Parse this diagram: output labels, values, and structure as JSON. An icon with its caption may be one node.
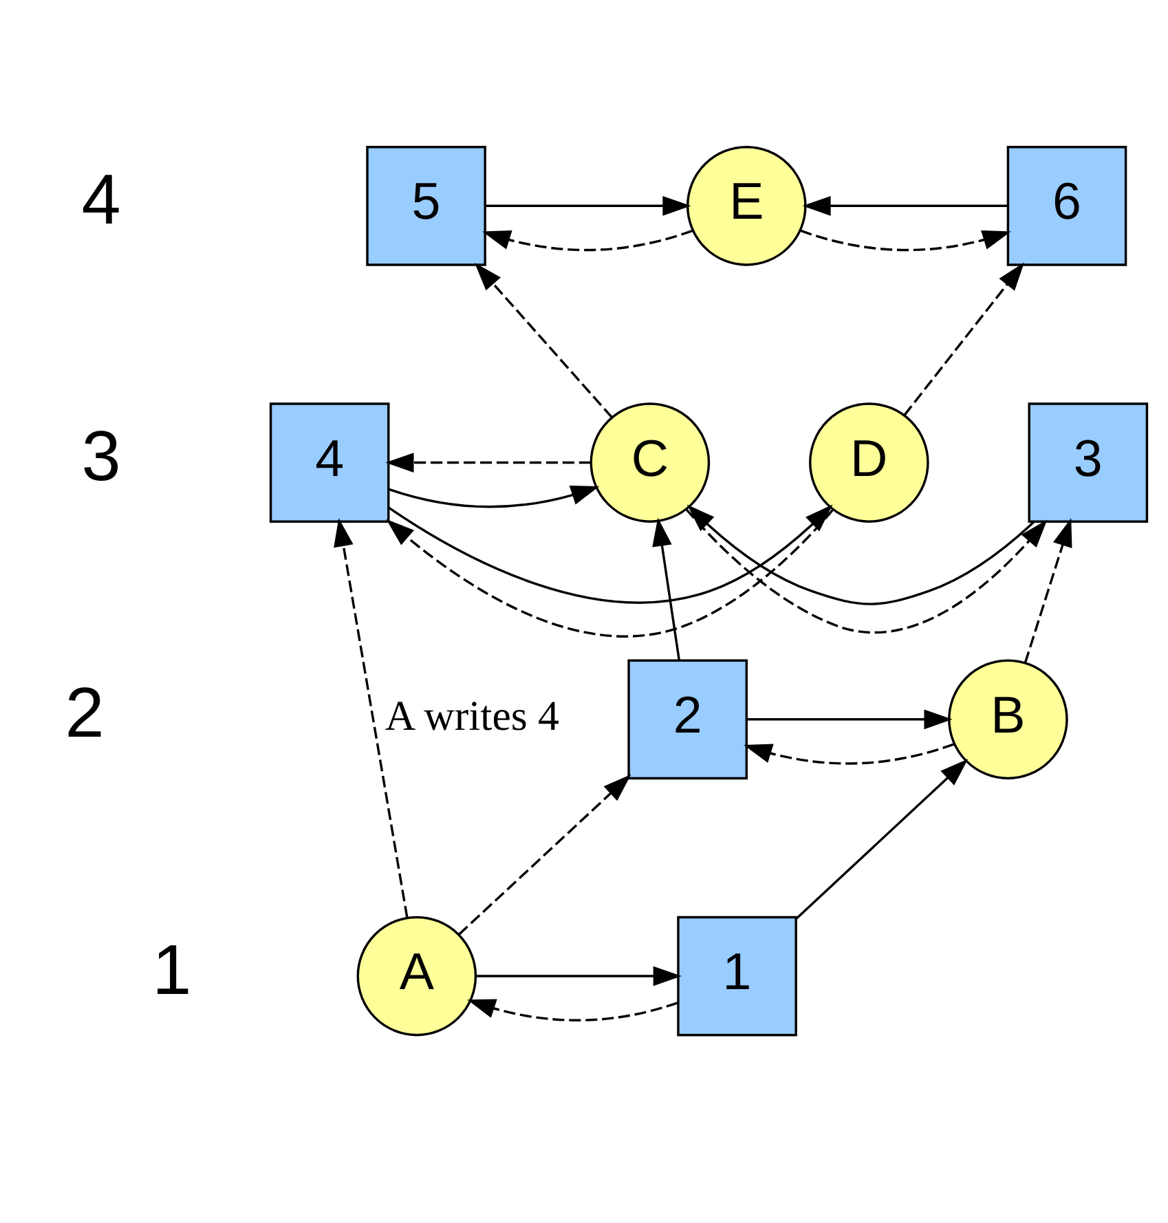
{
  "diagram": {
    "nodes": [
      {
        "text": [
          "5"
        ]
      },
      {
        "text": [
          "E"
        ]
      },
      {
        "text": [
          "6"
        ]
      },
      {
        "text": [
          "3"
        ]
      },
      {
        "text": [
          "C"
        ]
      },
      {
        "text": [
          "4"
        ]
      },
      {
        "text": [
          "D"
        ]
      },
      {
        "text": [
          "B"
        ]
      },
      {
        "text": [
          "2"
        ]
      },
      {
        "text": [
          "1"
        ]
      },
      {
        "text": [
          "A"
        ]
      }
    ],
    "edges": [
      {
        "from": 0,
        "to": 1,
        "arrow": "to"
      },
      {
        "from": 2,
        "to": 1,
        "arrow": "to"
      },
      {
        "from": 1,
        "to": 0,
        "arrow": "to",
        "style": "dashed"
      },
      {
        "from": 1,
        "to": 2,
        "arrow": "to",
        "style": "dashed"
      },
      {
        "from": 4,
        "to": 0,
        "arrow": "to",
        "style": "dashed"
      },
      {
        "from": 6,
        "to": 2,
        "arrow": "to",
        "style": "dashed"
      },
      {
        "from": 3,
        "to": 4,
        "arrow": "to"
      },
      {
        "from": 4,
        "to": 3,
        "arrow": "to",
        "style": "dashed"
      },
      {
        "from": 4,
        "to": 5,
        "arrow": "to",
        "style": "dashed"
      },
      {
        "from": 5,
        "to": 4,
        "arrow": "to"
      },
      {
        "from": 5,
        "to": 6,
        "arrow": "to"
      },
      {
        "from": 6,
        "to": 5,
        "arrow": "to",
        "style": "dashed"
      },
      {
        "from": 7,
        "to": 3,
        "arrow": "to",
        "style": "dashed"
      },
      {
        "from": 8,
        "to": 4,
        "arrow": "to"
      },
      {
        "from": 8,
        "to": 7,
        "arrow": "to"
      },
      {
        "from": 7,
        "to": 8,
        "arrow": "to",
        "style": "dashed"
      },
      {
        "from": 9,
        "to": 7,
        "arrow": "to"
      },
      {
        "from": 10,
        "to": 9,
        "arrow": "to"
      },
      {
        "from": 9,
        "to": 10,
        "arrow": "to",
        "style": "dashed"
      },
      {
        "from": 10,
        "to": 8,
        "arrow": "to",
        "style": "dashed"
      },
      {
        "from": 10,
        "to": 5,
        "arrow": "to",
        "style": "dashed",
        "label": "A writes 4"
      }
    ],
    "labels": [
      "4",
      "3",
      "2",
      "1"
    ]
  }
}
